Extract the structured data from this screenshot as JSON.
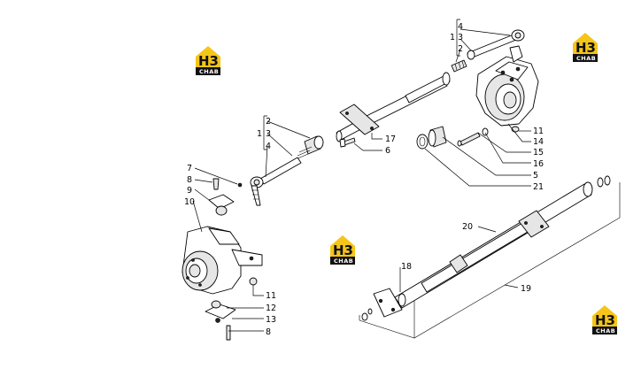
{
  "diagram": {
    "watermark_text": "CHAB",
    "watermark_mark": "H3",
    "brand_colors": {
      "logo_yellow": "#f5c518",
      "logo_dark": "#111111",
      "line": "#000000"
    },
    "labels": {
      "top_4": "4",
      "top_1": "1",
      "top_3": "3",
      "top_2": "2",
      "mid_2": "2",
      "mid_1": "1",
      "mid_3": "3",
      "mid_4": "4",
      "l7": "7",
      "l8a": "8",
      "l9": "9",
      "l10": "10",
      "l17": "17",
      "l6": "6",
      "r11": "11",
      "r14": "14",
      "r15": "15",
      "r16": "16",
      "r5": "5",
      "r21": "21",
      "l20": "20",
      "l18": "18",
      "l19": "19",
      "b11": "11",
      "b12": "12",
      "b13": "13",
      "b8": "8"
    }
  }
}
